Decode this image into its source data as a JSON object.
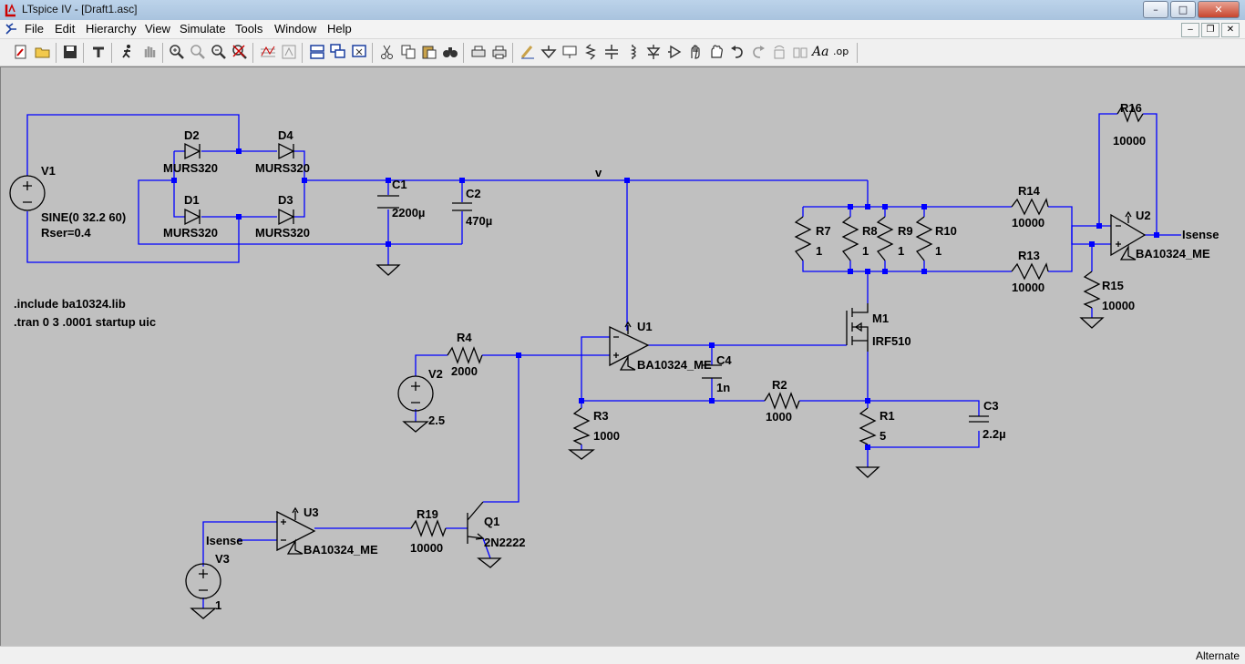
{
  "window": {
    "title": "LTspice IV - [Draft1.asc]",
    "buttons": {
      "minimize": "–",
      "maximize": "□",
      "close": "✕"
    }
  },
  "menu": {
    "items": [
      "File",
      "Edit",
      "Hierarchy",
      "View",
      "Simulate",
      "Tools",
      "Window",
      "Help"
    ],
    "mdi_buttons": {
      "minimize": "–",
      "restore": "❐",
      "close": "✕"
    }
  },
  "toolbar": {
    "icons": [
      "new-schematic-icon",
      "open-icon",
      "save-icon",
      "control-panel-icon",
      "run-icon",
      "halt-icon",
      "zoom-in-icon",
      "pan-icon",
      "zoom-out-icon",
      "zoom-cancel-icon",
      "autorange-icon",
      "zoom-extents-icon",
      "tile-horizontal-icon",
      "cascade-icon",
      "close-window-icon",
      "cut-icon",
      "copy-icon",
      "paste-icon",
      "find-icon",
      "print-setup-icon",
      "print-icon",
      "draw-wire-icon",
      "ground-icon",
      "label-net-icon",
      "resistor-icon",
      "capacitor-icon",
      "inductor-icon",
      "diode-icon",
      "component-icon",
      "move-icon",
      "drag-icon",
      "undo-icon",
      "redo-icon",
      "rotate-icon",
      "mirror-icon",
      "text-icon",
      "spice-directive-icon"
    ],
    "text_tool_label": "Aa",
    "spice_directive_label": ".op"
  },
  "schematic": {
    "net_label_v": "v",
    "components": {
      "V1": {
        "name": "V1",
        "value": "SINE(0 32.2 60)",
        "value2": "Rser=0.4"
      },
      "D1": {
        "name": "D1",
        "value": "MURS320"
      },
      "D2": {
        "name": "D2",
        "value": "MURS320"
      },
      "D3": {
        "name": "D3",
        "value": "MURS320"
      },
      "D4": {
        "name": "D4",
        "value": "MURS320"
      },
      "C1": {
        "name": "C1",
        "value": "2200µ"
      },
      "C2": {
        "name": "C2",
        "value": "470µ"
      },
      "C3": {
        "name": "C3",
        "value": "2.2µ"
      },
      "C4": {
        "name": "C4",
        "value": "1n"
      },
      "R1": {
        "name": "R1",
        "value": "5"
      },
      "R2": {
        "name": "R2",
        "value": "1000"
      },
      "R3": {
        "name": "R3",
        "value": "1000"
      },
      "R4": {
        "name": "R4",
        "value": "2000"
      },
      "R7": {
        "name": "R7",
        "value": "1"
      },
      "R8": {
        "name": "R8",
        "value": "1"
      },
      "R9": {
        "name": "R9",
        "value": "1"
      },
      "R10": {
        "name": "R10",
        "value": "1"
      },
      "R13": {
        "name": "R13",
        "value": "10000"
      },
      "R14": {
        "name": "R14",
        "value": "10000"
      },
      "R15": {
        "name": "R15",
        "value": "10000"
      },
      "R16": {
        "name": "R16",
        "value": "10000"
      },
      "R19": {
        "name": "R19",
        "value": "10000"
      },
      "V2": {
        "name": "V2",
        "value": "2.5"
      },
      "V3": {
        "name": "V3",
        "value": "1"
      },
      "U1": {
        "name": "U1",
        "value": "BA10324_ME"
      },
      "U2": {
        "name": "U2",
        "value": "BA10324_ME"
      },
      "U3": {
        "name": "U3",
        "value": "BA10324_ME"
      },
      "M1": {
        "name": "M1",
        "value": "IRF510"
      },
      "Q1": {
        "name": "Q1",
        "value": "2N2222"
      }
    },
    "net_label_isense_out": "Isense",
    "net_label_isense_in": "Isense",
    "directives": [
      ".include ba10324.lib",
      ".tran 0 3 .0001 startup uic"
    ]
  },
  "statusbar": {
    "text": "Alternate"
  },
  "colors": {
    "wire": "#0000ff",
    "canvas": "#c0c0c0",
    "component": "#000000"
  }
}
